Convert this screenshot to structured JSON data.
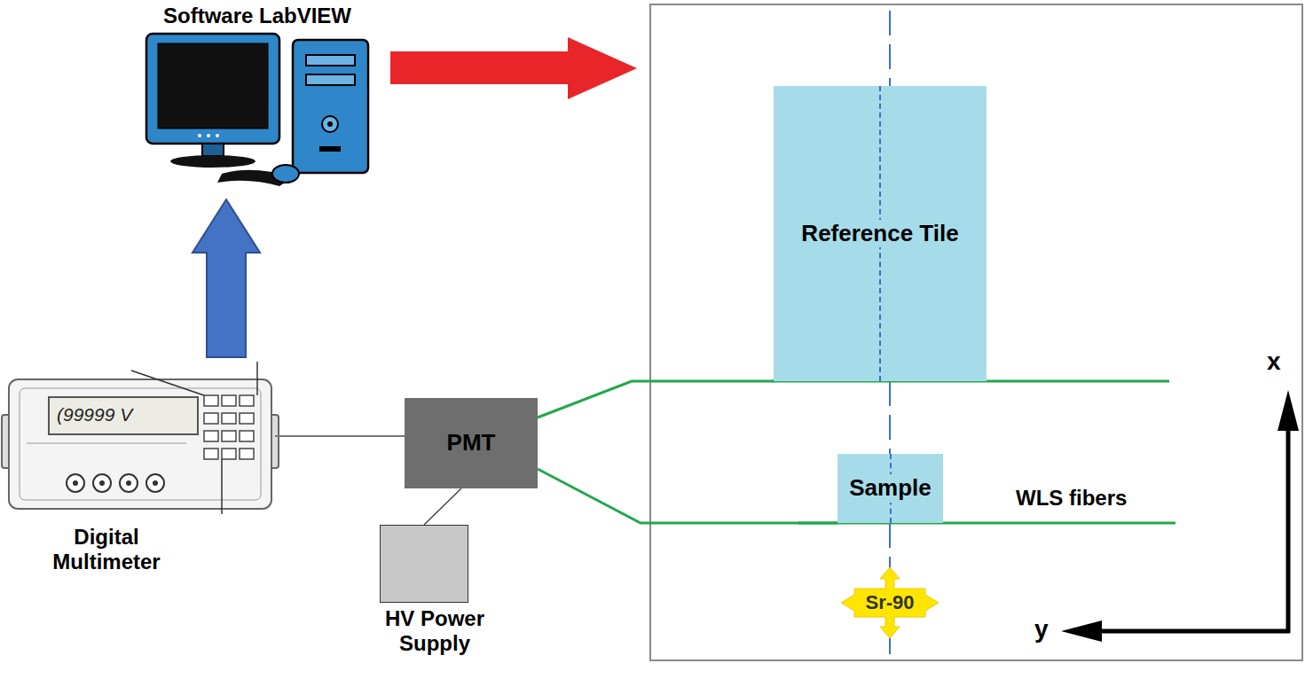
{
  "diagram": {
    "nodes": [
      {
        "text": [
          "Software LabVIEW"
        ]
      },
      {
        "text": [
          "Digital Multimeter"
        ]
      },
      {
        "text": [
          "PMT"
        ]
      },
      {
        "text": [
          "HV Power Supply"
        ]
      },
      {
        "text": [
          "Reference Tile"
        ]
      },
      {
        "text": [
          "Sample"
        ]
      },
      {
        "text": [
          "Sr-90"
        ]
      }
    ],
    "edges": [
      {
        "from": 1,
        "to": 0,
        "arrow": "to"
      },
      {
        "from": 1,
        "to": 2,
        "arrow": "none"
      },
      {
        "from": 2,
        "to": 3,
        "arrow": "none"
      },
      {
        "from": 2,
        "to": 4,
        "arrow": "none"
      },
      {
        "from": 2,
        "to": 5,
        "arrow": "none"
      }
    ],
    "labels": [
      "(99999 V",
      "WLS fibers",
      "x",
      "y"
    ]
  }
}
